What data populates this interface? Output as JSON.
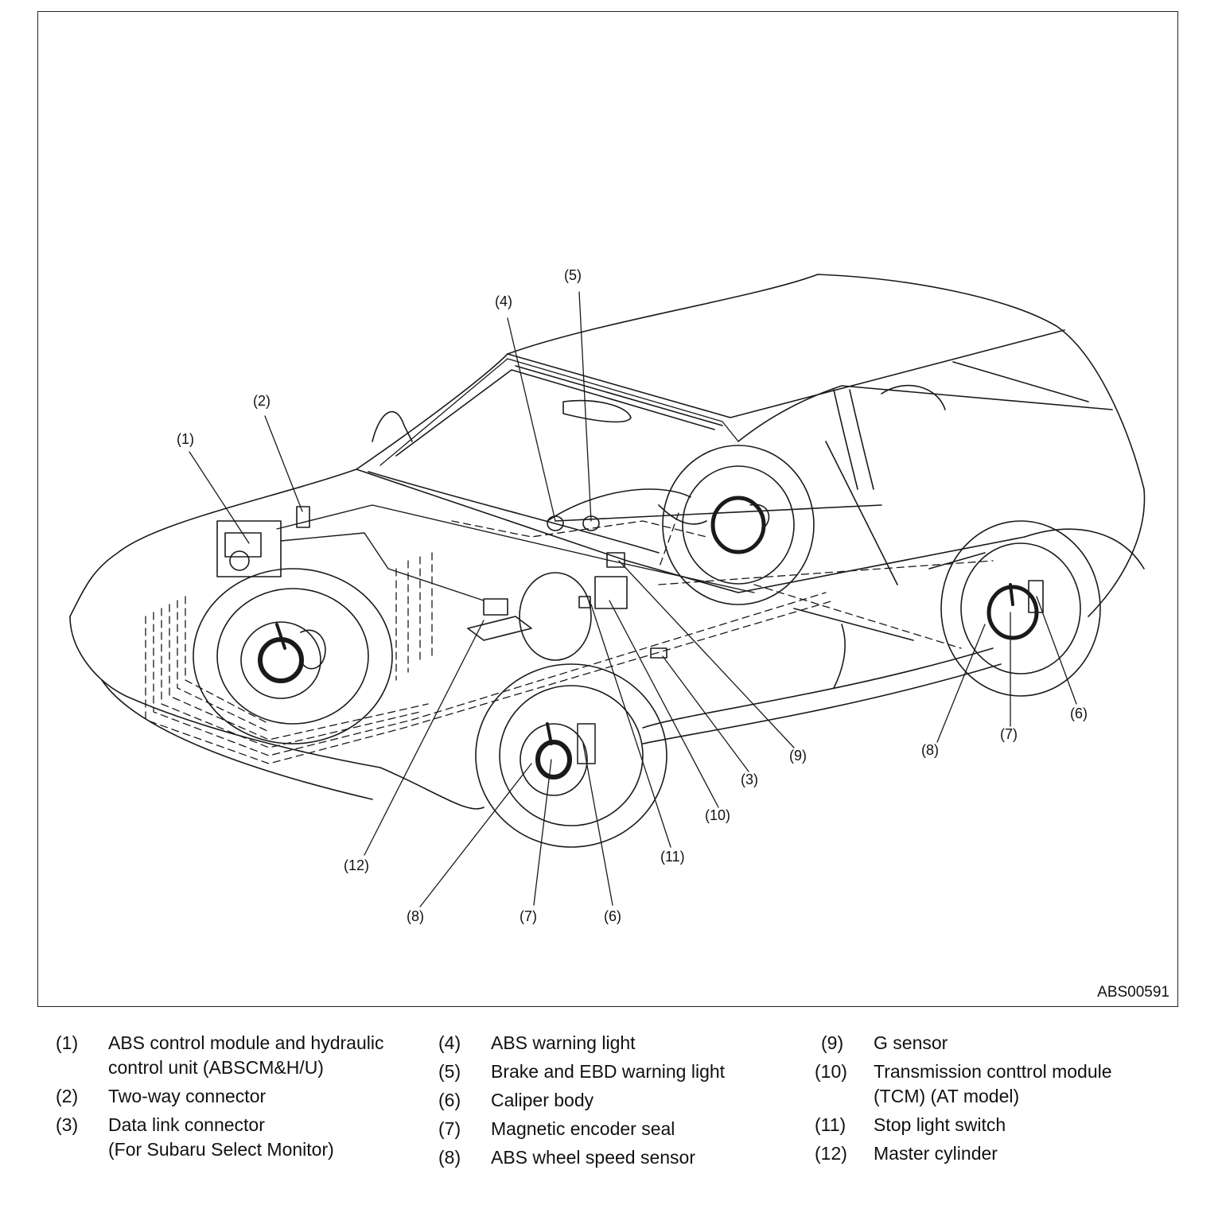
{
  "figure": {
    "id_label": "ABS00591",
    "callouts": {
      "c1": "(1)",
      "c2": "(2)",
      "c3": "(3)",
      "c4": "(4)",
      "c5": "(5)",
      "c6a": "(6)",
      "c6b": "(6)",
      "c7a": "(7)",
      "c7b": "(7)",
      "c8a": "(8)",
      "c8b": "(8)",
      "c9": "(9)",
      "c10": "(10)",
      "c11": "(11)",
      "c12": "(12)"
    }
  },
  "legend": {
    "col1": [
      {
        "num": "(1)",
        "text": "ABS control module and hydraulic\ncontrol unit (ABSCM&H/U)"
      },
      {
        "num": "(2)",
        "text": "Two-way connector"
      },
      {
        "num": "(3)",
        "text": "Data link connector\n(For Subaru Select Monitor)"
      }
    ],
    "col2": [
      {
        "num": "(4)",
        "text": "ABS warning light"
      },
      {
        "num": "(5)",
        "text": "Brake and EBD warning light"
      },
      {
        "num": "(6)",
        "text": "Caliper body"
      },
      {
        "num": "(7)",
        "text": "Magnetic encoder seal"
      },
      {
        "num": "(8)",
        "text": "ABS wheel speed sensor"
      }
    ],
    "col3": [
      {
        "num": "(9)",
        "text": "G sensor"
      },
      {
        "num": "(10)",
        "text": "Transmission conttrol module\n(TCM) (AT model)"
      },
      {
        "num": "(11)",
        "text": "Stop light switch"
      },
      {
        "num": "(12)",
        "text": "Master cylinder"
      }
    ]
  }
}
